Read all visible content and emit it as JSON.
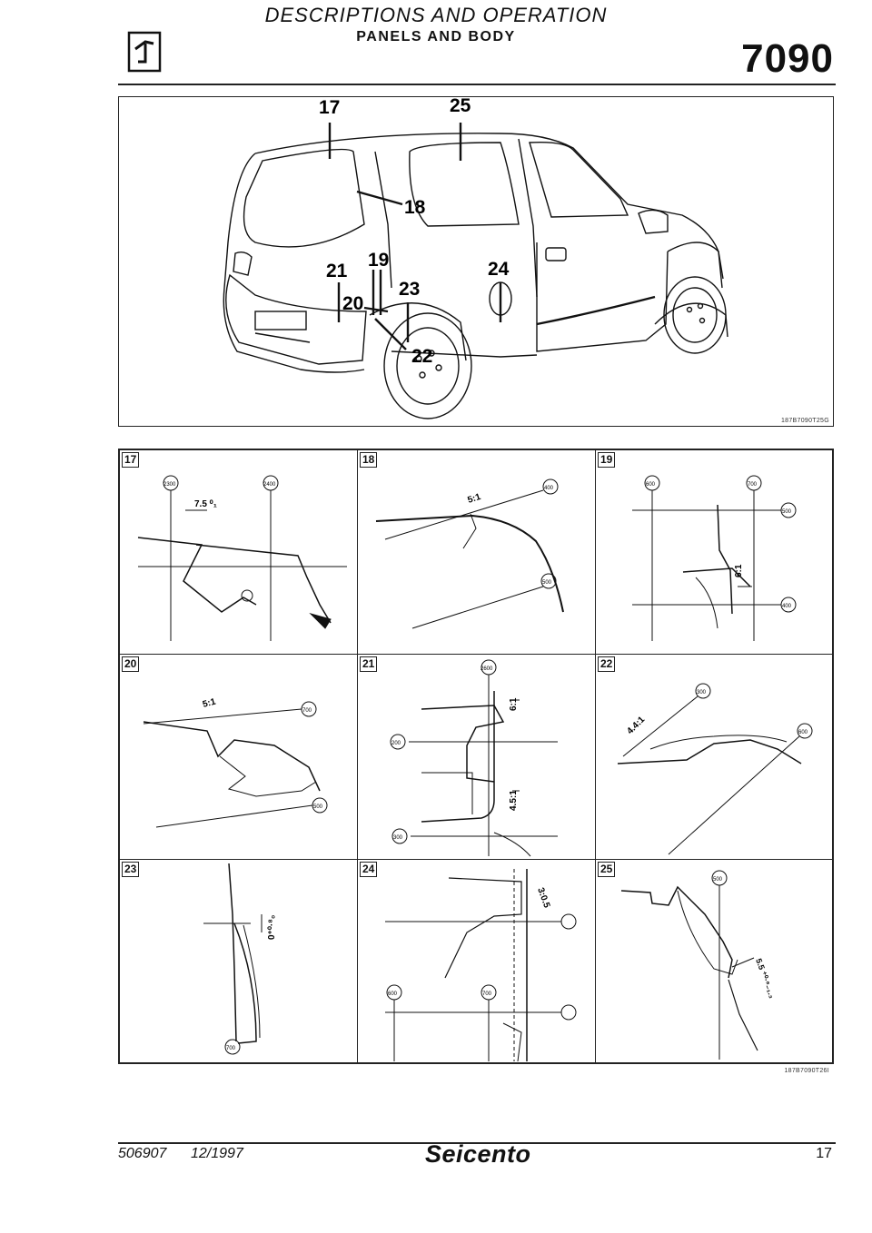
{
  "header": {
    "section": "DESCRIPTIONS AND OPERATION",
    "subsection": "PANELS AND BODY",
    "code": "7090"
  },
  "main_figure": {
    "code": "187B7090T25G",
    "callouts": [
      "17",
      "25",
      "18",
      "21",
      "19",
      "24",
      "20",
      "23",
      "22"
    ]
  },
  "detail_figure": {
    "code": "187B7090T26I",
    "cells": [
      {
        "num": "17",
        "scale": "7.5 ⁰₁",
        "marks": [
          "2300",
          "2400"
        ]
      },
      {
        "num": "18",
        "scale": "5:1",
        "marks": [
          "400",
          "500"
        ]
      },
      {
        "num": "19",
        "scale": "6:1",
        "marks": [
          "600",
          "700",
          "500",
          "400"
        ]
      },
      {
        "num": "20",
        "scale": "5:1",
        "marks": [
          "700",
          "500"
        ]
      },
      {
        "num": "21",
        "scale": "6:1",
        "scale2": "4.5:1",
        "marks": [
          "2600",
          "200",
          "300"
        ]
      },
      {
        "num": "22",
        "scale": "4.4:1",
        "marks": [
          "300",
          "600"
        ]
      },
      {
        "num": "23",
        "scale": "0⁺⁰·⁸₀",
        "marks": [
          "700"
        ]
      },
      {
        "num": "24",
        "scale": "3:0.5",
        "marks": [
          "600",
          "700"
        ]
      },
      {
        "num": "25",
        "scale": "5.5 ⁺⁰·⁸₋₁.₃",
        "marks": [
          "500"
        ]
      }
    ]
  },
  "footer": {
    "doc_number": "506907",
    "date": "12/1997",
    "brand": "Seicento",
    "page": "17"
  }
}
